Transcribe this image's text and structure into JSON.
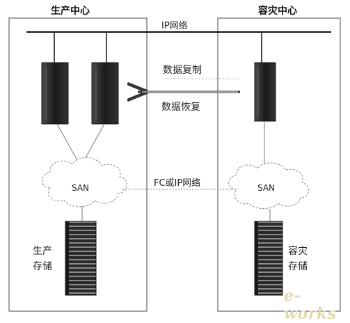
{
  "prod_center": {
    "title": "生产中心",
    "storage_line1": "生产",
    "storage_line2": "存储"
  },
  "dr_center": {
    "title": "容灾中心",
    "storage_line1": "容灾",
    "storage_line2": "存储"
  },
  "network": {
    "ip_label": "IP网络",
    "fc_label": "FC或IP网络"
  },
  "operations": {
    "replicate": "数据复制",
    "recover": "数据恢复"
  },
  "san": {
    "left": "SAN",
    "right": "SAN"
  },
  "watermark": "e-works"
}
